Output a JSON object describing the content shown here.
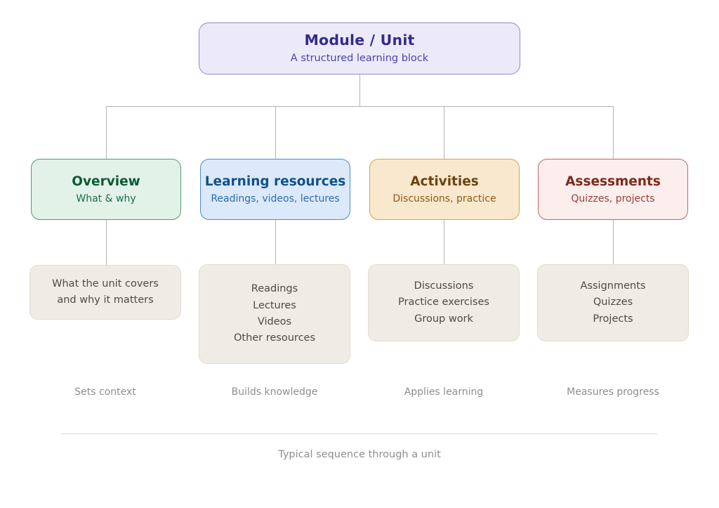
{
  "diagram": {
    "root": {
      "title": "Module / Unit",
      "subtitle": "A structured learning block"
    },
    "columns": [
      {
        "category": {
          "title": "Overview",
          "subtitle": "What & why",
          "fill": "#e2f2e8",
          "border": "#4e9c76",
          "title_color": "#0d5a34"
        },
        "detail": [
          "What the unit covers",
          "and why it matters"
        ],
        "caption": "Sets context"
      },
      {
        "category": {
          "title": "Learning resources",
          "subtitle": "Readings, videos, lectures",
          "fill": "#dce9fa",
          "border": "#4e8bd0",
          "title_color": "#11508f"
        },
        "detail": [
          "Readings",
          "Lectures",
          "Videos",
          "Other resources"
        ],
        "caption": "Builds knowledge"
      },
      {
        "category": {
          "title": "Activities",
          "subtitle": "Discussions, practice",
          "fill": "#f9e8cd",
          "border": "#d8a24e",
          "title_color": "#6b4410"
        },
        "detail": [
          "Discussions",
          "Practice exercises",
          "Group work"
        ],
        "caption": "Applies learning"
      },
      {
        "category": {
          "title": "Assessments",
          "subtitle": "Quizzes, projects",
          "fill": "#fbeeec",
          "border": "#c0685c",
          "title_color": "#7d2a1c"
        },
        "detail": [
          "Assignments",
          "Quizzes",
          "Projects"
        ],
        "caption": "Measures progress"
      }
    ],
    "footer_caption": "Typical sequence through a unit",
    "colors": {
      "background": "#ffffff",
      "connector": "#b4b4ae",
      "detail_fill": "#efece5",
      "detail_border": "#e2ddd2",
      "caption_text": "#8e8e8c",
      "root_fill": "#eceaf9",
      "root_border": "#8d86d6",
      "root_title": "#332b8c"
    }
  }
}
